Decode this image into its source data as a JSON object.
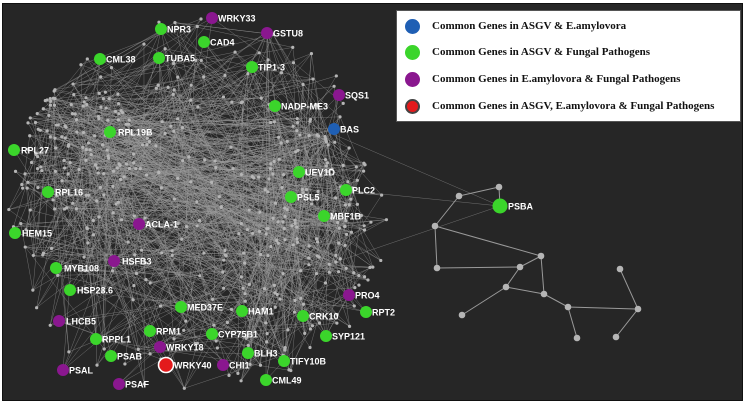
{
  "colors": {
    "background": "#262626",
    "edge": "#9a9a9a",
    "small_node": "#b5b5b5",
    "asgv_eamylovora": "#1f5fb4",
    "asgv_fungal": "#3bd52b",
    "eamylovora_fungal": "#8a178f",
    "all_three": "#e31a1c"
  },
  "legend": [
    {
      "label": "Common Genes in ASGV & E.amylovora",
      "color": "#1f5fb4",
      "ring": false
    },
    {
      "label": "Common Genes in ASGV & Fungal Pathogens",
      "color": "#3bd52b",
      "ring": false
    },
    {
      "label": "Common Genes in E.amylovora & Fungal Pathogens",
      "color": "#8a178f",
      "ring": false
    },
    {
      "label": "Common Genes in ASGV, E.amylovora & Fungal Pathogens",
      "color": "#e31a1c",
      "ring": true
    }
  ],
  "nodes": [
    {
      "label": "NPR3",
      "group": "asgv_fungal"
    },
    {
      "label": "WRKY33",
      "group": "eamylovora_fungal"
    },
    {
      "label": "GSTU8",
      "group": "eamylovora_fungal"
    },
    {
      "label": "CAD4",
      "group": "asgv_fungal"
    },
    {
      "label": "CML38",
      "group": "asgv_fungal"
    },
    {
      "label": "TUBA5",
      "group": "asgv_fungal"
    },
    {
      "label": "TIP1-3",
      "group": "asgv_fungal"
    },
    {
      "label": "SQS1",
      "group": "eamylovora_fungal"
    },
    {
      "label": "NADP-ME3",
      "group": "asgv_fungal"
    },
    {
      "label": "BAS",
      "group": "asgv_eamylovora"
    },
    {
      "label": "RPL19B",
      "group": "asgv_fungal"
    },
    {
      "label": "RPL27",
      "group": "asgv_fungal"
    },
    {
      "label": "UEV1D",
      "group": "asgv_fungal"
    },
    {
      "label": "PLC2",
      "group": "asgv_fungal"
    },
    {
      "label": "RPL16",
      "group": "asgv_fungal"
    },
    {
      "label": "PSL5",
      "group": "asgv_fungal"
    },
    {
      "label": "MBF1B",
      "group": "asgv_fungal"
    },
    {
      "label": "ACLA-1",
      "group": "eamylovora_fungal"
    },
    {
      "label": "HEM15",
      "group": "asgv_fungal"
    },
    {
      "label": "HSFB3",
      "group": "eamylovora_fungal"
    },
    {
      "label": "MYB108",
      "group": "asgv_fungal"
    },
    {
      "label": "HSP23.6",
      "group": "asgv_fungal"
    },
    {
      "label": "PRO4",
      "group": "eamylovora_fungal"
    },
    {
      "label": "LHCB5",
      "group": "eamylovora_fungal"
    },
    {
      "label": "MED37E",
      "group": "asgv_fungal"
    },
    {
      "label": "HAM1",
      "group": "asgv_fungal"
    },
    {
      "label": "RPT2",
      "group": "asgv_fungal"
    },
    {
      "label": "CRK10",
      "group": "asgv_fungal"
    },
    {
      "label": "RPM1",
      "group": "asgv_fungal"
    },
    {
      "label": "RPPL1",
      "group": "asgv_fungal"
    },
    {
      "label": "CYP75B1",
      "group": "asgv_fungal"
    },
    {
      "label": "SYP121",
      "group": "asgv_fungal"
    },
    {
      "label": "WRKY18",
      "group": "eamylovora_fungal"
    },
    {
      "label": "PSAB",
      "group": "asgv_fungal"
    },
    {
      "label": "BLH3",
      "group": "asgv_fungal"
    },
    {
      "label": "PSAL",
      "group": "eamylovora_fungal"
    },
    {
      "label": "WRKY40",
      "group": "all_three"
    },
    {
      "label": "CHI1",
      "group": "eamylovora_fungal"
    },
    {
      "label": "TIFY10B",
      "group": "asgv_fungal"
    },
    {
      "label": "PSAF",
      "group": "eamylovora_fungal"
    },
    {
      "label": "CML49",
      "group": "asgv_fungal"
    },
    {
      "label": "PSBA",
      "group": "asgv_fungal"
    }
  ]
}
